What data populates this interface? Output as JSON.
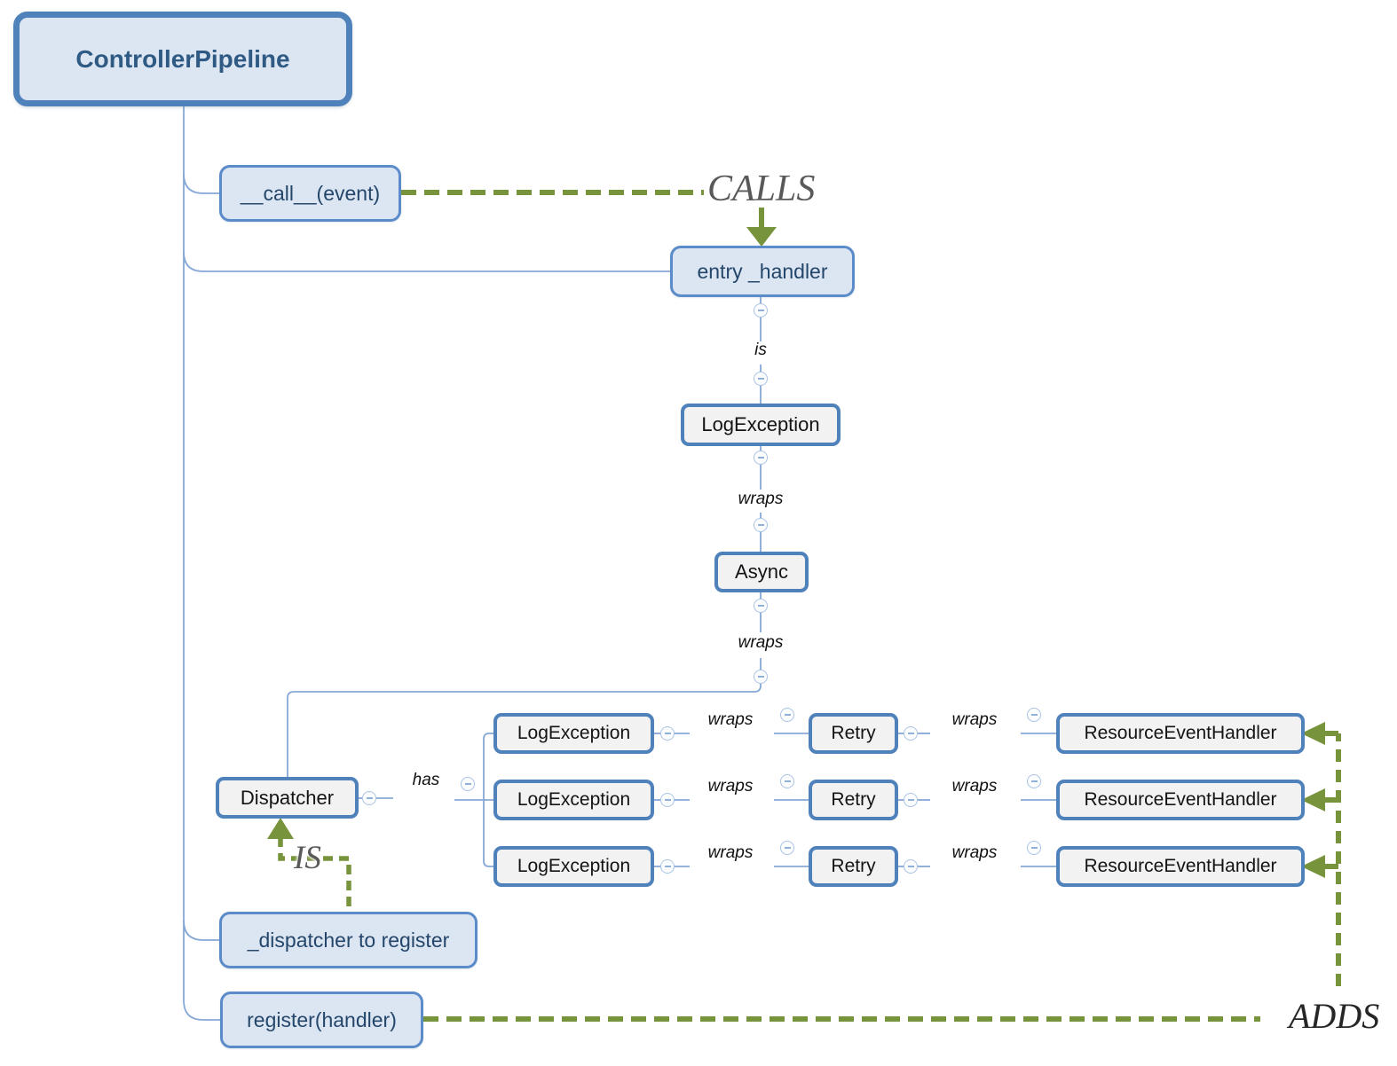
{
  "diagram": {
    "root": {
      "label": "ControllerPipeline"
    },
    "methods": {
      "call": "__call__(event)",
      "entry_handler": "entry _handler",
      "dispatcher_field": "_dispatcher to register",
      "register": "register(handler)"
    },
    "pipeline": {
      "log_exception": "LogException",
      "async": "Async",
      "dispatcher": "Dispatcher"
    },
    "labels": {
      "is": "is",
      "wraps": "wraps",
      "has": "has"
    },
    "relations": {
      "calls": "CALLS",
      "is": "IS",
      "adds": "ADDS"
    },
    "rows": [
      {
        "log": "LogException",
        "retry": "Retry",
        "handler": "ResourceEventHandler"
      },
      {
        "log": "LogException",
        "retry": "Retry",
        "handler": "ResourceEventHandler"
      },
      {
        "log": "LogException",
        "retry": "Retry",
        "handler": "ResourceEventHandler"
      }
    ],
    "colors": {
      "node_border": "#4f81bb",
      "node_fill_blue": "#dce6f2",
      "node_fill_gray": "#f2f2f2",
      "connector": "#86a8d6",
      "relation_green": "#77933c",
      "relation_text_gray": "#595959",
      "node_text_blue": "#24466b",
      "node_text_dark": "#141414"
    }
  }
}
